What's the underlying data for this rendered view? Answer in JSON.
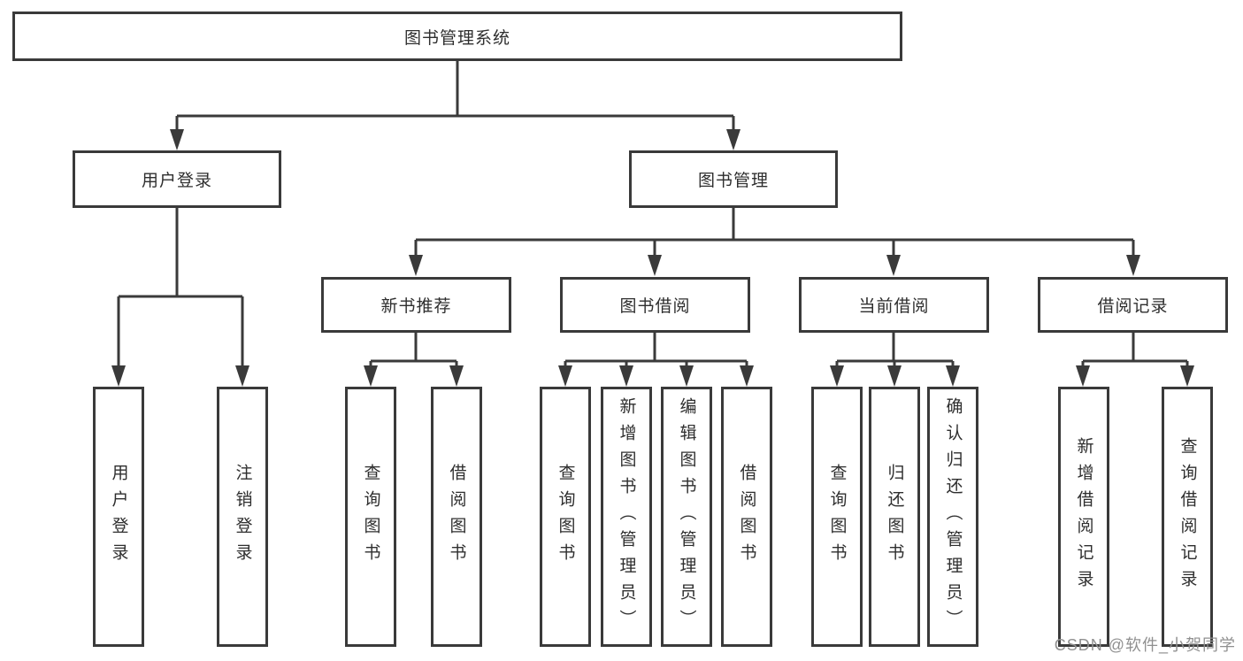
{
  "diagram": {
    "title": "图书管理系统",
    "nodes": {
      "root": "图书管理系统",
      "userLogin": "用户登录",
      "bookMgmt": "图书管理",
      "newBookRec": "新书推荐",
      "bookBorrow": "图书借阅",
      "currentBorrow": "当前借阅",
      "borrowRecords": "借阅记录",
      "login": "用户登录",
      "logout": "注销登录",
      "nbQuery": "查询图书",
      "nbBorrow": "借阅图书",
      "bbQuery": "查询图书",
      "bbAdd": "新增图书（管理员）",
      "bbEdit": "编辑图书（管理员）",
      "bbBorrow": "借阅图书",
      "cbQuery": "查询图书",
      "cbReturn": "归还图书",
      "cbConfirm": "确认归还（管理员）",
      "brAdd": "新增借阅记录",
      "brQuery": "查询借阅记录"
    },
    "line_color": "#3a3a3a"
  },
  "watermark": "CSDN @软件_小贺同学"
}
